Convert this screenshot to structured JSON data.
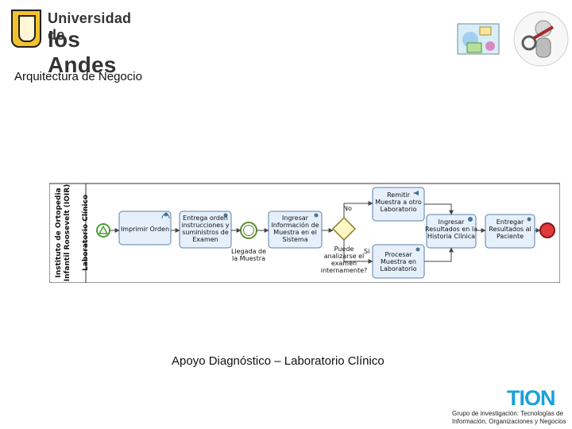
{
  "header": {
    "logo_line1": "Universidad de",
    "logo_line2": "los Andes"
  },
  "page": {
    "section_title": "Arquitectura de Negocio",
    "footer_title": "Apoyo Diagnóstico – Laboratorio Clínico",
    "brand": "TION",
    "caption": "Grupo de investigación: Tecnologías de Información, Organizaciones y Negocios"
  },
  "process": {
    "pool_label_line1": "Instituto de Ortopedia",
    "pool_label_line2": "Infantil Roosevelt (IOIR)",
    "lane_label": "Laboratorio Clínico",
    "task_1": "Imprimir Orden",
    "task_2": [
      "Entrega orden",
      "instrucciones y",
      "suministros de",
      "Examen"
    ],
    "event_label": [
      "Llegada de",
      "la Muestra"
    ],
    "task_3": [
      "Ingresar",
      "Información de",
      "Muestra en el",
      "Sistema"
    ],
    "gateway_question": [
      "Puede",
      "analizarse el",
      "examen",
      "internamente?"
    ],
    "gateway_no": "No",
    "gateway_yes": "Si",
    "task_4": [
      "Remitir",
      "Muestra a otro",
      "Laboratorio"
    ],
    "task_5": [
      "Procesar",
      "Muestra en",
      "Laboratorio"
    ],
    "task_6": [
      "Ingresar",
      "Resultados en la",
      "Historia Clínica"
    ],
    "task_7": [
      "Entregar",
      "Resultados al",
      "Paciente"
    ]
  },
  "colors": {
    "task_fill": "#e6f0fb",
    "task_stroke": "#5a7fa8",
    "start_stroke": "#4d9c3a",
    "end_fill": "#e03a3a",
    "gateway_fill": "#fff7c4",
    "brand_dark": "#344b6c",
    "brand_accent": "#1aa0d8"
  }
}
